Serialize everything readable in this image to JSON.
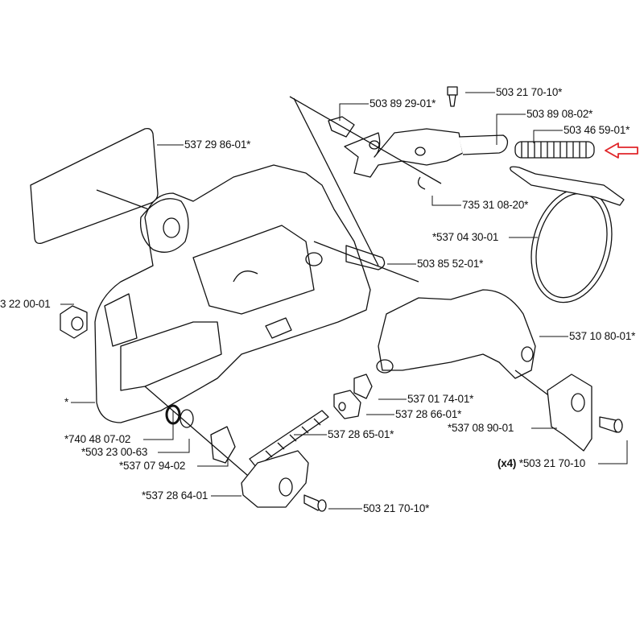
{
  "labels": {
    "screw_top": "503 21 70-10*",
    "pin": "503 89 29-01*",
    "brake_lever": "503 89 08-02*",
    "spring": "503 46 59-01*",
    "sticker": "537 29 86-01*",
    "circlip": "735 31 08-20*",
    "brake_band": "*537 04 30-01",
    "shaft": "503 85 52-01*",
    "nut_left": "3 22 00-01",
    "cover_right": "537 10 80-01*",
    "clutch_cover": "*",
    "tensioner_block": "537 01 74-01*",
    "tensioner_nut": "537 28 66-01*",
    "bumper": "*537 08 90-01",
    "washer": "*740 48 07-02",
    "ring": "*503 23 00-63",
    "tensioner_screw": "537 28 65-01*",
    "gear": "*537 07 94-02",
    "screw_x4_qty": "(x4)",
    "screw_x4": "*503 21 70-10",
    "cover_bottom": "*537 28 64-01",
    "screw_bottom": "503 21 70-10*"
  },
  "colors": {
    "line": "#111111",
    "highlight_arrow": "#e0262a"
  },
  "icons": {
    "highlight": "arrow-left-icon"
  }
}
